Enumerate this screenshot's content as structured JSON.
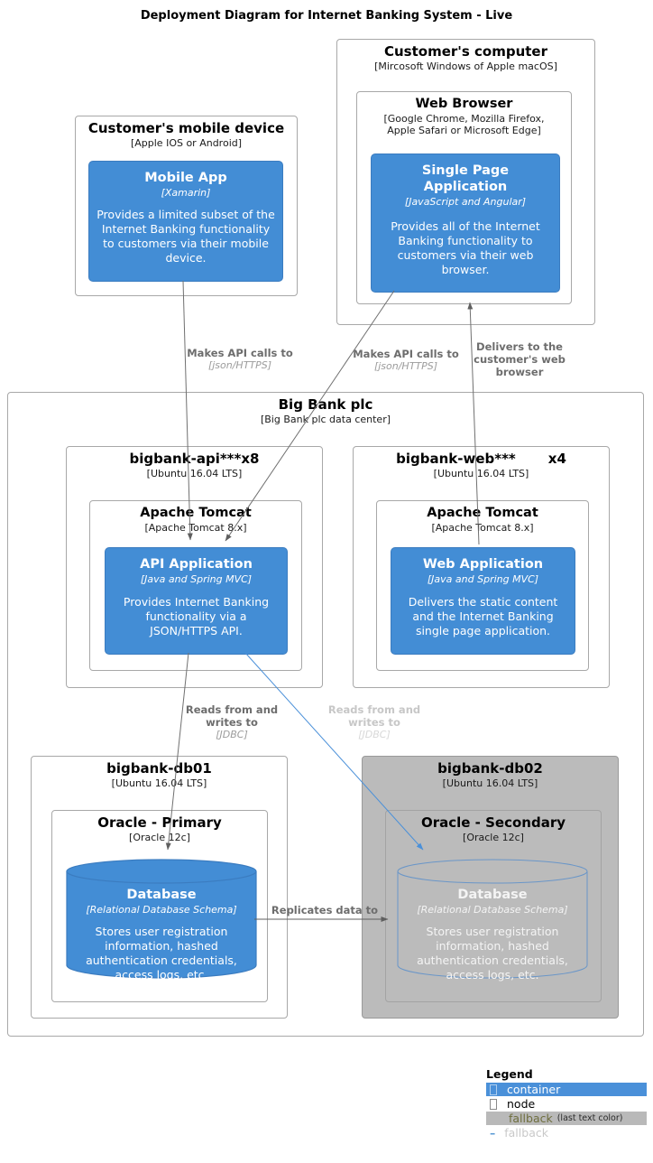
{
  "title": "Deployment Diagram for Internet Banking System - Live",
  "colors": {
    "container_blue": "#438dd5",
    "container_border": "#3b7cc0",
    "node_border": "#a8a8a8",
    "fallback_gray_fill": "#bbbbbb",
    "edge_label_gray": "#6d6d6d",
    "edge_technology_gray": "#9c9c9c",
    "edge_faded_gray": "#c7c7c7",
    "blue_edge": "#4a90d9",
    "legend_fallback_text": "#6e6e3e"
  },
  "mobile_device": {
    "title": "Customer's mobile device",
    "subtitle": "[Apple IOS or Android]",
    "mobile_app": {
      "title": "Mobile App",
      "technology": "[Xamarin]",
      "description": "Provides a limited subset of the Internet Banking functionality to customers via their mobile device."
    }
  },
  "computer": {
    "title": "Customer's computer",
    "subtitle": "[Mircosoft Windows of Apple macOS]",
    "web_browser": {
      "title": "Web Browser",
      "subtitle": "[Google Chrome, Mozilla Firefox, Apple Safari or Microsoft Edge]",
      "spa": {
        "title": "Single Page Application",
        "technology": "[JavaScript and Angular]",
        "description": "Provides all of the Internet Banking functionality to customers via their web browser."
      }
    }
  },
  "big_bank": {
    "title": "Big Bank plc",
    "subtitle": "[Big Bank plc data center]",
    "api_node": {
      "title": "bigbank-api***x8",
      "subtitle": "[Ubuntu 16.04 LTS]",
      "tomcat": {
        "title": "Apache Tomcat",
        "subtitle": "[Apache Tomcat 8.x]",
        "app": {
          "title": "API Application",
          "technology": "[Java and Spring MVC]",
          "description": "Provides Internet Banking functionality via a JSON/HTTPS API."
        }
      }
    },
    "web_node": {
      "title": "bigbank-web***",
      "count": "x4",
      "subtitle": "[Ubuntu 16.04 LTS]",
      "tomcat": {
        "title": "Apache Tomcat",
        "subtitle": "[Apache Tomcat 8.x]",
        "app": {
          "title": "Web Application",
          "technology": "[Java and Spring MVC]",
          "description": "Delivers the static content and the Internet Banking single page application."
        }
      }
    },
    "db01_node": {
      "title": "bigbank-db01",
      "subtitle": "[Ubuntu 16.04 LTS]",
      "oracle": {
        "title": "Oracle - Primary",
        "subtitle": "[Oracle 12c]",
        "database": {
          "title": "Database",
          "technology": "[Relational Database Schema]",
          "description": "Stores user registration information, hashed authentication credentials, access logs, etc."
        }
      }
    },
    "db02_node": {
      "title": "bigbank-db02",
      "subtitle": "[Ubuntu 16.04 LTS]",
      "oracle": {
        "title": "Oracle - Secondary",
        "subtitle": "[Oracle 12c]",
        "database": {
          "title": "Database",
          "technology": "[Relational Database Schema]",
          "description": "Stores user registration information, hashed authentication credentials, access logs, etc."
        }
      }
    }
  },
  "edges": {
    "mobile_api": {
      "label": "Makes API calls to",
      "technology": "[json/HTTPS]"
    },
    "spa_api": {
      "label": "Makes API calls to",
      "technology": "[json/HTTPS]"
    },
    "web_spa": {
      "label": "Delivers to the customer's web browser"
    },
    "api_db1": {
      "label": "Reads from and writes to",
      "technology": "[JDBC]"
    },
    "api_db2": {
      "label": "Reads from and writes to",
      "technology": "[JDBC]"
    },
    "replicate": {
      "label": "Replicates data to"
    }
  },
  "legend": {
    "title": "Legend",
    "items": [
      {
        "label": "container"
      },
      {
        "label": "node"
      },
      {
        "label": "fallback",
        "note": "(last text color)"
      },
      {
        "label": "fallback"
      }
    ]
  }
}
